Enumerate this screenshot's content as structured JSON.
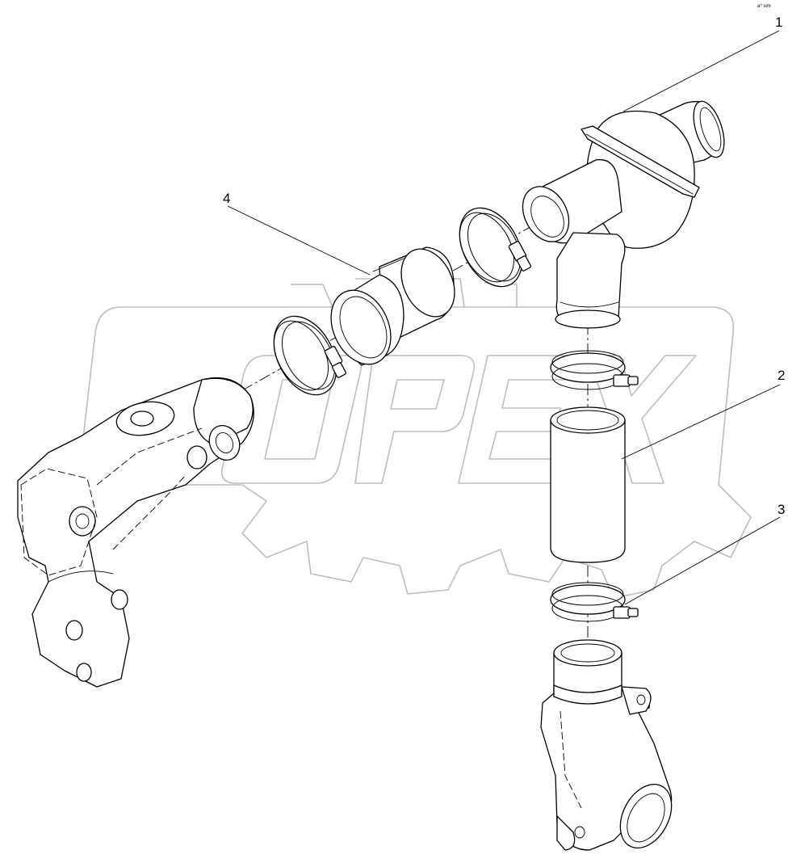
{
  "drawing": {
    "corner_label": "a⁰ sim",
    "callouts": [
      {
        "id": "callout-1",
        "label": "1",
        "part": "thermostat-housing"
      },
      {
        "id": "callout-2",
        "label": "2",
        "part": "coolant-hose-straight"
      },
      {
        "id": "callout-3",
        "label": "3",
        "part": "hose-clamp"
      },
      {
        "id": "callout-4",
        "label": "4",
        "part": "coolant-hose-stepped"
      }
    ],
    "watermark": {
      "text": "OPEX",
      "color": "#bdbdbd"
    },
    "line_color": "#000000",
    "background": "#ffffff"
  }
}
